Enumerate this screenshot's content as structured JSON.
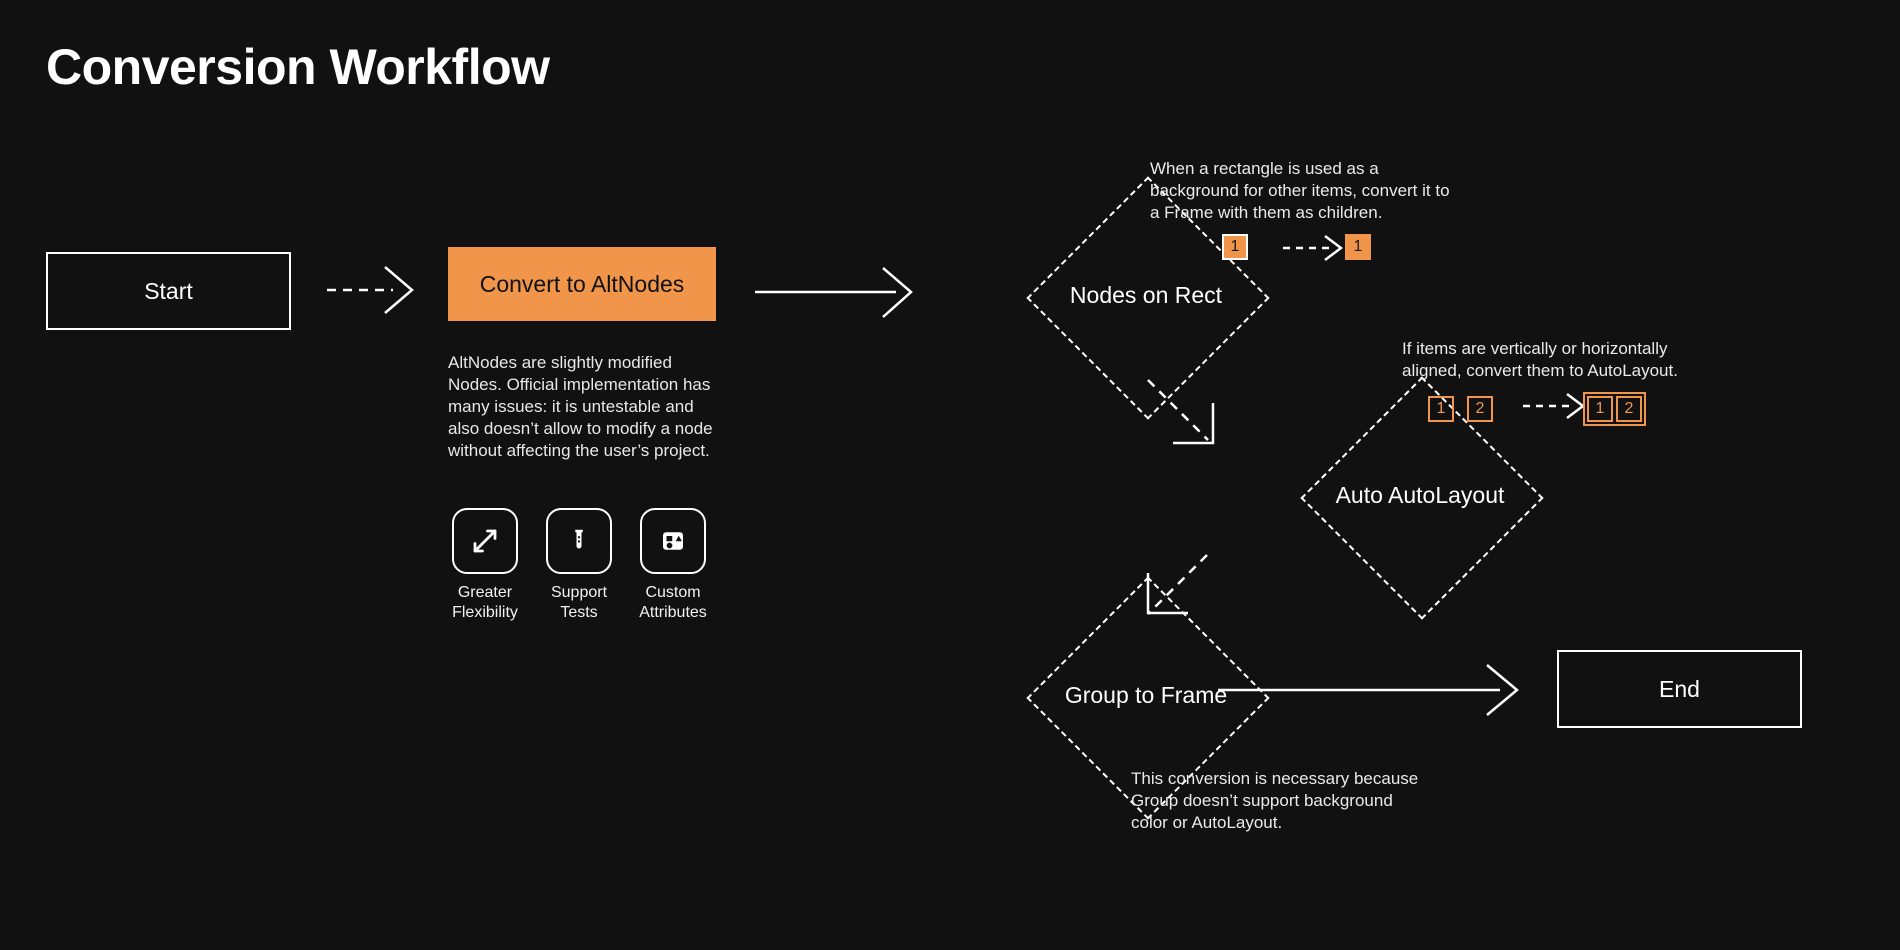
{
  "page": {
    "title": "Conversion Workflow",
    "background_color": "#111111",
    "accent_color": "#f0954a",
    "text_color": "#ffffff"
  },
  "nodes": {
    "start": {
      "label": "Start",
      "shape": "rectangle",
      "style": "outlined"
    },
    "convert": {
      "label": "Convert to AltNodes",
      "shape": "rectangle",
      "style": "filled-accent"
    },
    "nodes_on_rect": {
      "label": "Nodes on Rect",
      "shape": "diamond",
      "style": "dashed"
    },
    "auto_autolayout": {
      "label": "Auto AutoLayout",
      "shape": "diamond",
      "style": "dashed"
    },
    "group_to_frame": {
      "label": "Group to Frame",
      "shape": "diamond",
      "style": "dashed"
    },
    "end": {
      "label": "End",
      "shape": "rectangle",
      "style": "outlined"
    }
  },
  "convert_details": {
    "description": "AltNodes are slightly modified Nodes. Official implementation has many issues: it is untestable and also doesn’t allow to modify a node without affecting the user’s project.",
    "features": [
      {
        "icon": "expand-arrows-icon",
        "label": "Greater\nFlexibility"
      },
      {
        "icon": "test-tube-icon",
        "label": "Support\nTests"
      },
      {
        "icon": "shapes-icon",
        "label": "Custom\nAttributes"
      }
    ]
  },
  "annotations": {
    "nodes_on_rect": "When a rectangle is used as a background for other items, convert it to a Frame with them as children.",
    "auto_autolayout": "If items are vertically or horizontally aligned, convert them to AutoLayout.",
    "group_to_frame": "This conversion is necessary because Group doesn’t support background color or AutoLayout."
  },
  "badge_illustrations": {
    "rect_example": {
      "before": [
        "1"
      ],
      "after": [
        "1"
      ]
    },
    "autolayout_example": {
      "before": [
        "1",
        "2"
      ],
      "after": [
        "1",
        "2"
      ]
    }
  },
  "connectors": [
    {
      "from": "start",
      "to": "convert",
      "style": "dashed"
    },
    {
      "from": "convert",
      "to": "nodes_on_rect",
      "style": "solid"
    },
    {
      "from": "nodes_on_rect",
      "to": "auto_autolayout",
      "style": "dashed"
    },
    {
      "from": "auto_autolayout",
      "to": "group_to_frame",
      "style": "dashed"
    },
    {
      "from": "group_to_frame",
      "to": "end",
      "style": "solid"
    }
  ]
}
